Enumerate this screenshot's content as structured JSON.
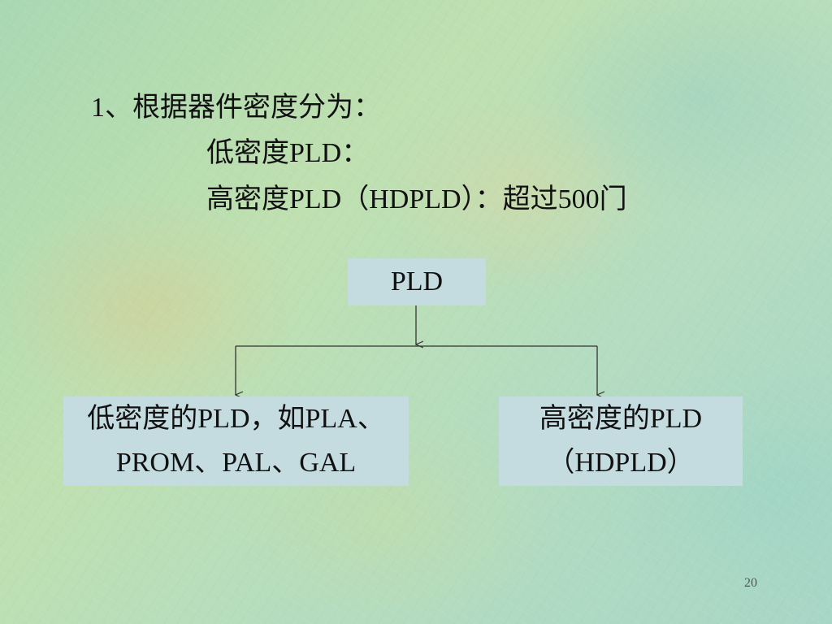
{
  "slide": {
    "heading": "1、根据器件密度分为：",
    "item_low": "低密度PLD：",
    "item_high": "高密度PLD（HDPLD）：超过500门",
    "page_number": "20"
  },
  "diagram": {
    "root": "PLD",
    "left_line1": "低密度的PLD，如PLA、",
    "left_line2": "PROM、PAL、GAL",
    "right_line1": "高密度的PLD",
    "right_line2": "（HDPLD）"
  },
  "colors": {
    "box_fill": "#c4dce0",
    "line": "#333333"
  }
}
